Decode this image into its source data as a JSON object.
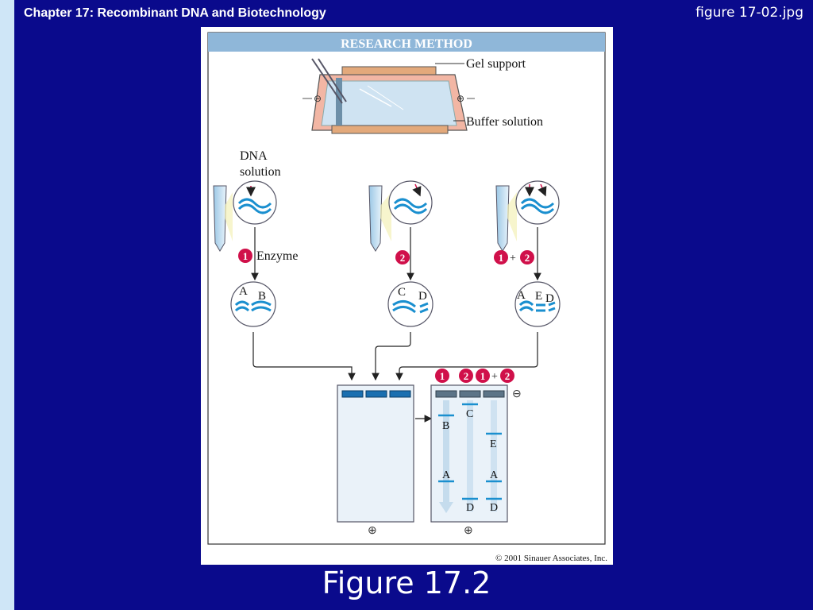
{
  "header": {
    "title": "Chapter 17: Recombinant DNA and Biotechnology",
    "filename": "figure 17-02.jpg"
  },
  "figure": {
    "banner": "RESEARCH METHOD",
    "labels": {
      "gel_support": "Gel support",
      "buffer_solution": "Buffer solution",
      "dna_solution_line1": "DNA",
      "dna_solution_line2": "solution",
      "enzyme": "Enzyme"
    },
    "step_badges": {
      "one": "1",
      "two": "2",
      "plus": "+"
    },
    "fragments": {
      "a": "A",
      "b": "B",
      "c": "C",
      "d": "D",
      "e": "E"
    },
    "electrodes": {
      "negative": "⊖",
      "positive": "⊕"
    },
    "copyright": "© 2001 Sinauer Associates, Inc."
  },
  "caption": "Figure 17.2",
  "colors": {
    "background": "#0a0a8c",
    "stripe": "#cfe6f7",
    "dna_blue": "#1a8fcf",
    "badge_red": "#d0104a",
    "tray_pink": "#f2b6a4",
    "gel_blue": "#cfe3f2"
  }
}
